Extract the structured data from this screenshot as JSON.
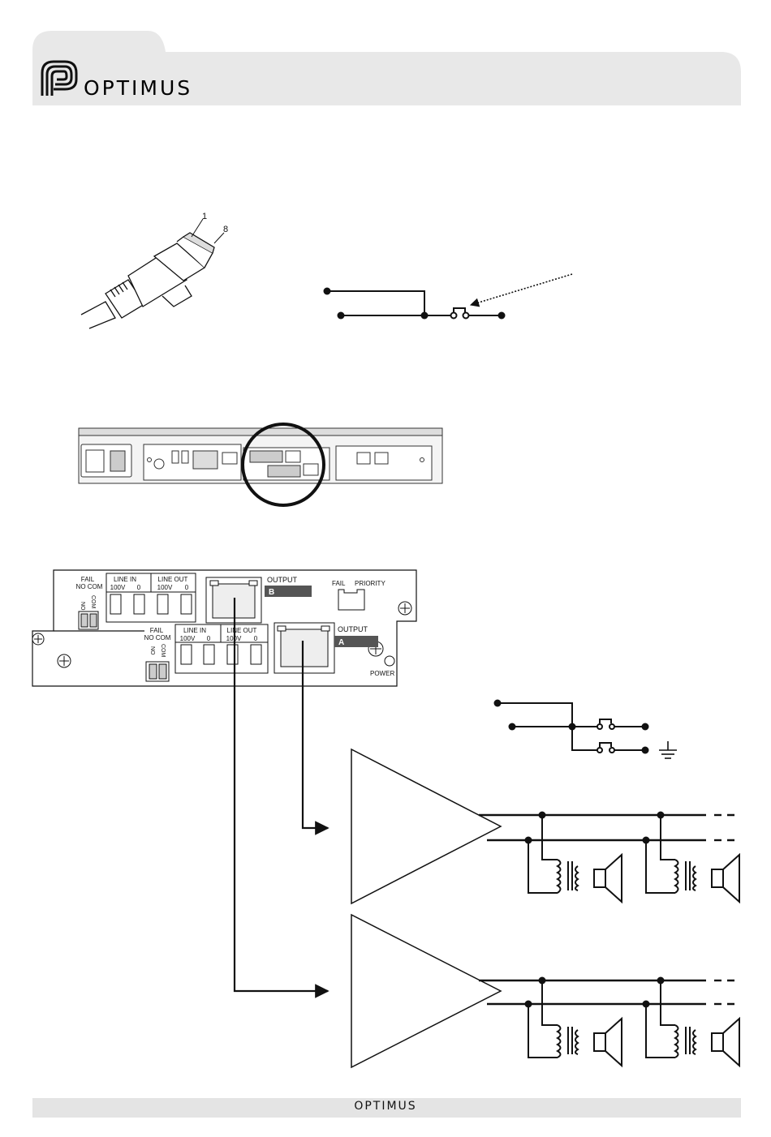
{
  "header": {
    "brand": "OPTIMUS"
  },
  "connector": {
    "pin_first": "1",
    "pin_last": "8"
  },
  "panel": {
    "upper_fail": "FAIL",
    "upper_no_com": "NO COM",
    "upper_no": "NO",
    "upper_com": "COM",
    "upper_line_in": "LINE IN",
    "upper_line_in_100v": "100V",
    "upper_line_in_0": "0",
    "upper_line_out": "LINE OUT",
    "upper_line_out_100v": "100V",
    "upper_line_out_0": "0",
    "output_b_title": "OUTPUT",
    "output_b_letter": "B",
    "fail": "FAIL",
    "priority": "PRIORITY",
    "lower_fail": "FAIL",
    "lower_no_com": "NO COM",
    "lower_no": "NO",
    "lower_com": "COM",
    "lower_line_in": "LINE IN",
    "lower_line_in_100v": "100V",
    "lower_line_in_0": "0",
    "lower_line_out": "LINE OUT",
    "lower_line_out_100v": "100V",
    "lower_line_out_0": "0",
    "output_a_title": "OUTPUT",
    "output_a_letter": "A",
    "power": "POWER"
  },
  "footer": {
    "brand": "OPTIMUS"
  },
  "colors": {
    "header_band": "#e8e8e8",
    "footer_band": "#e4e4e4",
    "line": "#111111",
    "label_bg": "#555555"
  }
}
